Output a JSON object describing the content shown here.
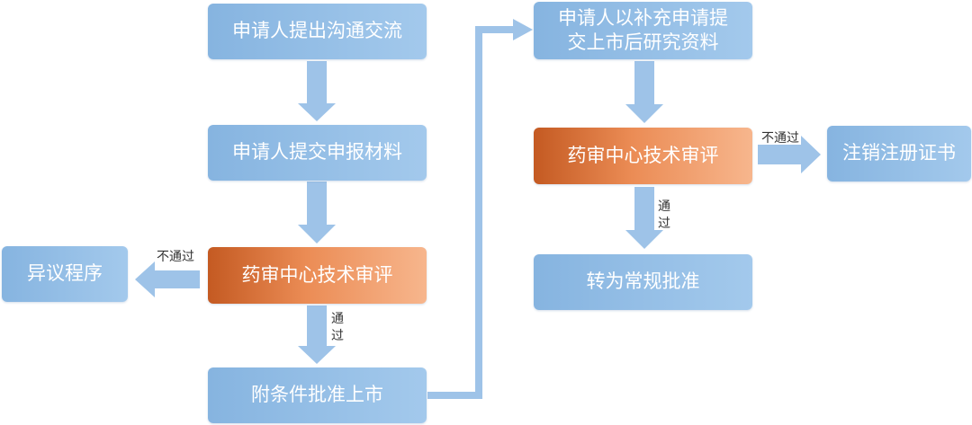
{
  "nodes": {
    "apply_communication": "申请人提出沟通交流",
    "submit_materials": "申请人提交申报材料",
    "review_left": "药审中心技术审评",
    "objection": "异议程序",
    "conditional_approval": "附条件批准上市",
    "supplement_line1": "申请人以补充申请提",
    "supplement_line2": "交上市后研究资料",
    "review_right": "药审中心技术审评",
    "cancel_registration": "注销注册证书",
    "regular_approval": "转为常规批准"
  },
  "edge_labels": {
    "fail_left": "不通过",
    "pass_left_1": "通",
    "pass_left_2": "过",
    "fail_right": "不通过",
    "pass_right_1": "通",
    "pass_right_2": "过"
  },
  "colors": {
    "box_fill": "#86b4e0",
    "review_fill": "#d9703a",
    "arrow": "#9ec3e8"
  }
}
